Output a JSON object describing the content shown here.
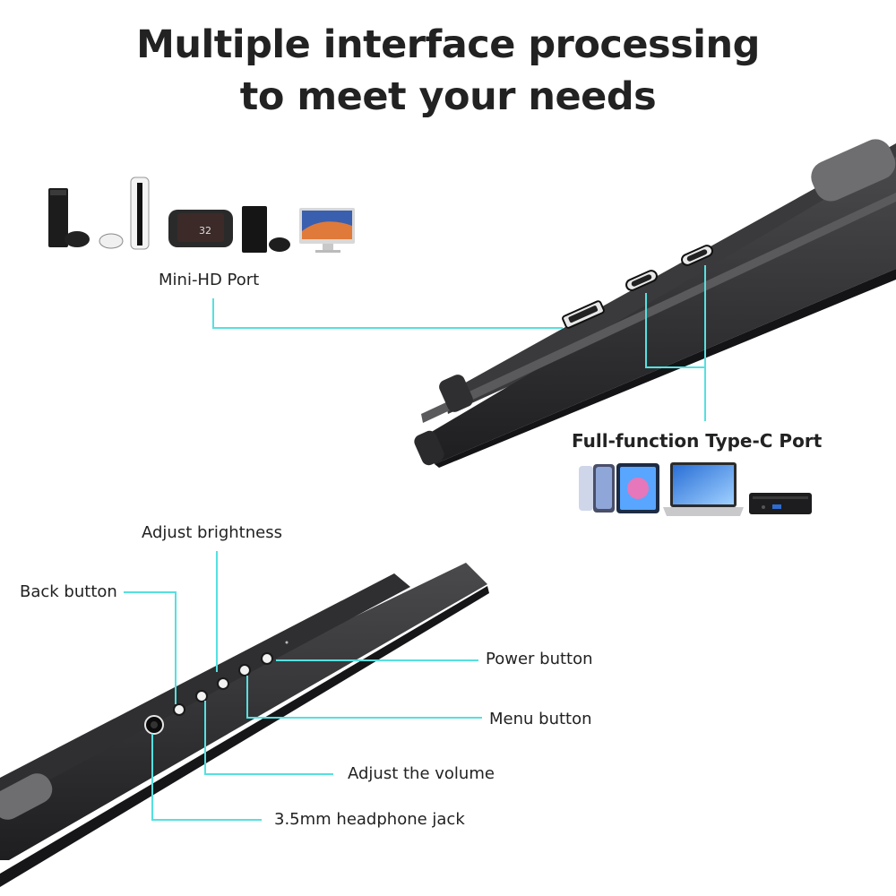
{
  "heading": {
    "line1": "Multiple interface processing",
    "line2": "to meet your needs"
  },
  "ports": {
    "mini_hd": "Mini-HD Port",
    "type_c": "Full-function Type-C Port"
  },
  "buttons": {
    "brightness": "Adjust brightness",
    "back": "Back button",
    "power": "Power button",
    "menu": "Menu button",
    "volume": "Adjust the volume",
    "headphone": "3.5mm headphone jack"
  },
  "colors": {
    "callout_line": "#55e0e0",
    "device_body": "#2c2c2e",
    "background": "#ffffff"
  },
  "devices_top": [
    "xbox-console-icon",
    "ps5-console-icon",
    "switch-console-icon",
    "ps4-console-icon",
    "imac-icon"
  ],
  "devices_typec": [
    "phone-icon",
    "tablet-icon",
    "laptop-icon",
    "mini-pc-icon"
  ]
}
